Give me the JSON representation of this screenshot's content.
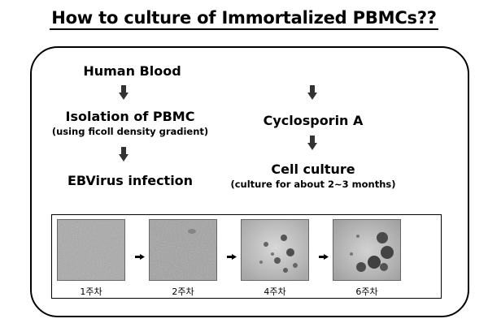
{
  "title": "How to culture of Immortalized PBMCs??",
  "flow_left": {
    "step1": "Human Blood",
    "step2": "Isolation of PBMC",
    "step2_note": "(using ficoll density gradient)",
    "step3": "EBVirus infection"
  },
  "flow_right": {
    "step1": "Cyclosporin A",
    "step2": "Cell culture",
    "step2_note": "(culture for about 2~3 months)"
  },
  "culture_images": [
    {
      "label": "1주차"
    },
    {
      "label": "2주차"
    },
    {
      "label": "4주차"
    },
    {
      "label": "6주차"
    }
  ]
}
